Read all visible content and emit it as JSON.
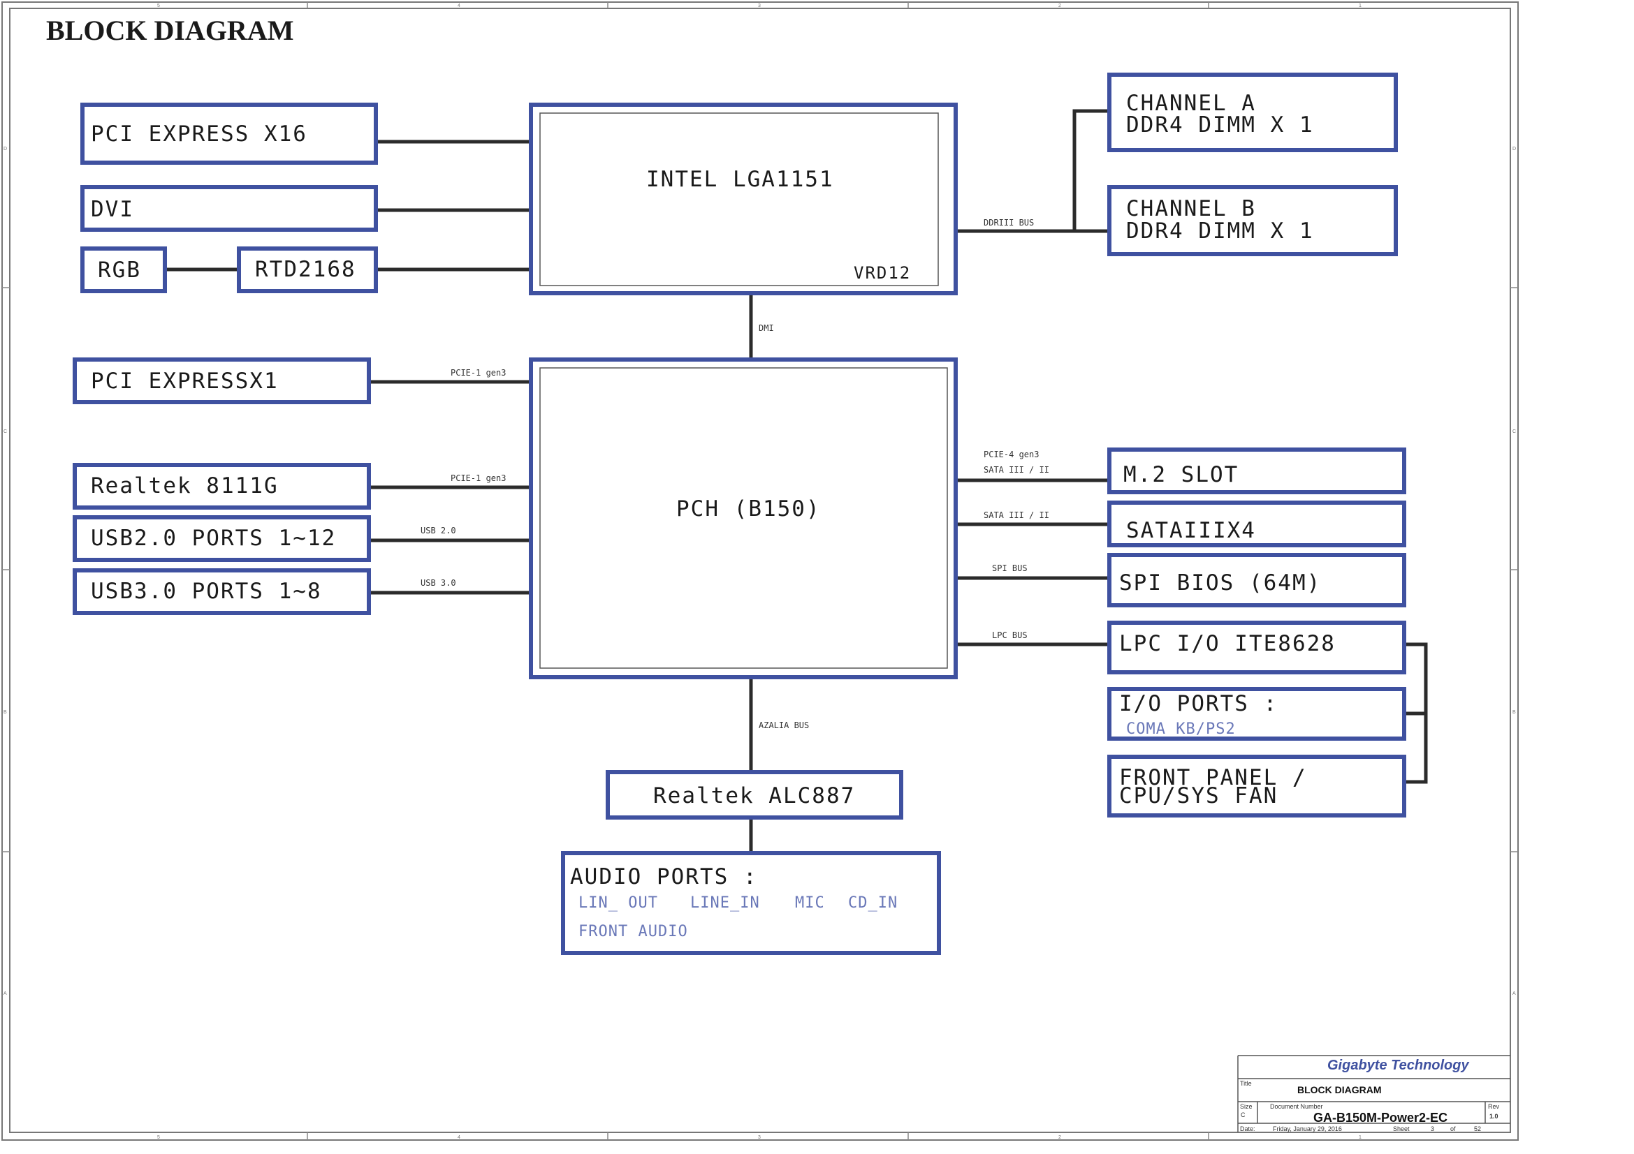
{
  "title": "BLOCK DIAGRAM",
  "blocks": {
    "pcie_x16": "PCI  EXPRESS X16",
    "dvi": "DVI",
    "rgb": "RGB",
    "rtd2168": "RTD2168",
    "cpu": "INTEL  LGA1151",
    "vrd": "VRD12",
    "channel_a_1": "CHANNEL  A",
    "channel_a_2": "DDR4  DIMM  X  1",
    "channel_b_1": "CHANNEL  B",
    "channel_b_2": "DDR4  DIMM  X  1",
    "pcie_x1": "PCI  EXPRESSX1",
    "realtek_lan": "Realtek  8111G",
    "usb2": "USB2.0  PORTS  1~12",
    "usb3": "USB3.0  PORTS  1~8",
    "pch": "PCH  (B150)",
    "m2": "M.2  SLOT",
    "sata": "SATAIIIX4",
    "spi_bios": "SPI  BIOS  (64M)",
    "lpc_io": "LPC  I/O  ITE8628",
    "io_ports": "I/O  PORTS  :",
    "io_ports_sub": "COMA   KB/PS2",
    "front_panel_1": "FRONT  PANEL  /",
    "front_panel_2": "CPU/SYS  FAN",
    "audio_codec": "Realtek  ALC887",
    "audio_ports": "AUDIO  PORTS  :",
    "audio_lin_out": "LIN_  OUT",
    "audio_line_in": "LINE_IN",
    "audio_mic": "MIC",
    "audio_cd_in": "CD_IN",
    "audio_front": "FRONT  AUDIO"
  },
  "buses": {
    "ddr": "DDRIII BUS",
    "dmi": "DMI",
    "pcie_x1": "PCIE-1 gen3",
    "pcie_lan": "PCIE-1 gen3",
    "usb2": "USB 2.0",
    "usb3": "USB 3.0",
    "m2_pcie": "PCIE-4 gen3",
    "m2_sata": "SATA III / II",
    "sata": "SATA III / II",
    "spi": "SPI BUS",
    "lpc": "LPC BUS",
    "azalia": "AZALIA BUS"
  },
  "title_block": {
    "company": "Gigabyte Technology",
    "title_caption": "Title",
    "title_value": "BLOCK DIAGRAM",
    "size_caption": "Size",
    "size_value": "C",
    "doc_caption": "Document Number",
    "doc_value": "GA-B150M-Power2-EC",
    "rev_caption": "Rev",
    "rev_value": "1.0",
    "date_caption": "Date:",
    "date_value": "Friday, January 29, 2016",
    "sheet_caption": "Sheet",
    "sheet_value": "3",
    "of_caption": "of",
    "of_value": "52"
  },
  "zones": {
    "top": [
      "5",
      "4",
      "3",
      "2",
      "1"
    ],
    "bottom": [
      "5",
      "4",
      "3",
      "2",
      "1"
    ],
    "left": [
      "D",
      "C",
      "B",
      "A"
    ],
    "right": [
      "D",
      "C",
      "B",
      "A"
    ]
  },
  "colors": {
    "box_border": "#3f51a0",
    "wire": "#2b2b2b",
    "sub_text": "#6a78b8"
  }
}
